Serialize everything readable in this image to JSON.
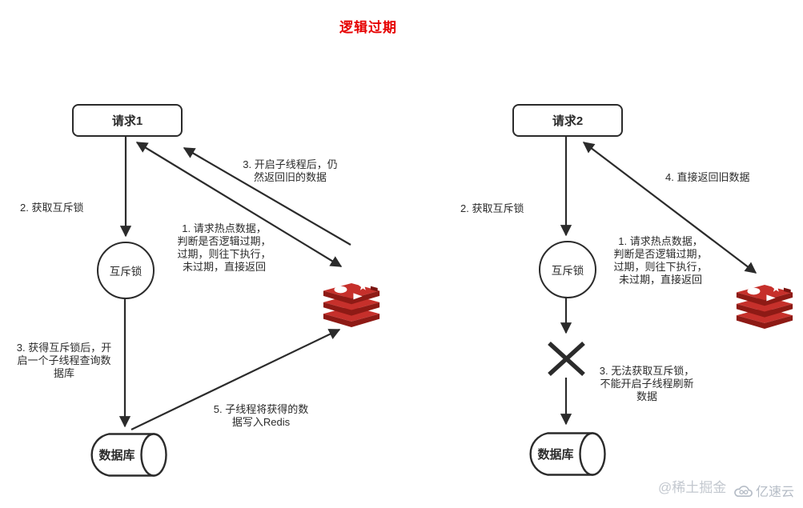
{
  "title": "逻辑过期",
  "colors": {
    "title_red": "#e60000",
    "redis_red": "#c6302b",
    "redis_dark": "#8e1a15",
    "line": "#2b2b2b",
    "watermark_gray": "#c3c8cf"
  },
  "left": {
    "request_box": "请求1",
    "mutex_circle": "互斥锁",
    "db_cylinder": "数据库",
    "labels": {
      "step1": "1. 请求热点数据，\n判断是否逻辑过期，\n过期，则往下执行，\n未过期，直接返回",
      "step2": "2. 获取互斥锁",
      "step3_return": "3. 开启子线程后，仍\n然返回旧的数据",
      "step3_thread": "3. 获得互斥锁后，开\n启一个子线程查询数\n据库",
      "step5": "5. 子线程将获得的数\n据写入Redis"
    }
  },
  "right": {
    "request_box": "请求2",
    "mutex_circle": "互斥锁",
    "db_cylinder": "数据库",
    "labels": {
      "step1": "1. 请求热点数据，\n判断是否逻辑过期，\n过期，则往下执行，\n未过期，直接返回",
      "step2": "2. 获取互斥锁",
      "step3_fail": "3. 无法获取互斥锁，\n不能开启子线程刷新\n数据",
      "step4": "4. 直接返回旧数据"
    }
  },
  "icons": {
    "cache": "redis-icon",
    "blocked": "x-mark-icon",
    "watermark_cloud": "cloud-icon"
  },
  "watermarks": {
    "juejin": "@稀土掘金",
    "yisu": "亿速云"
  }
}
